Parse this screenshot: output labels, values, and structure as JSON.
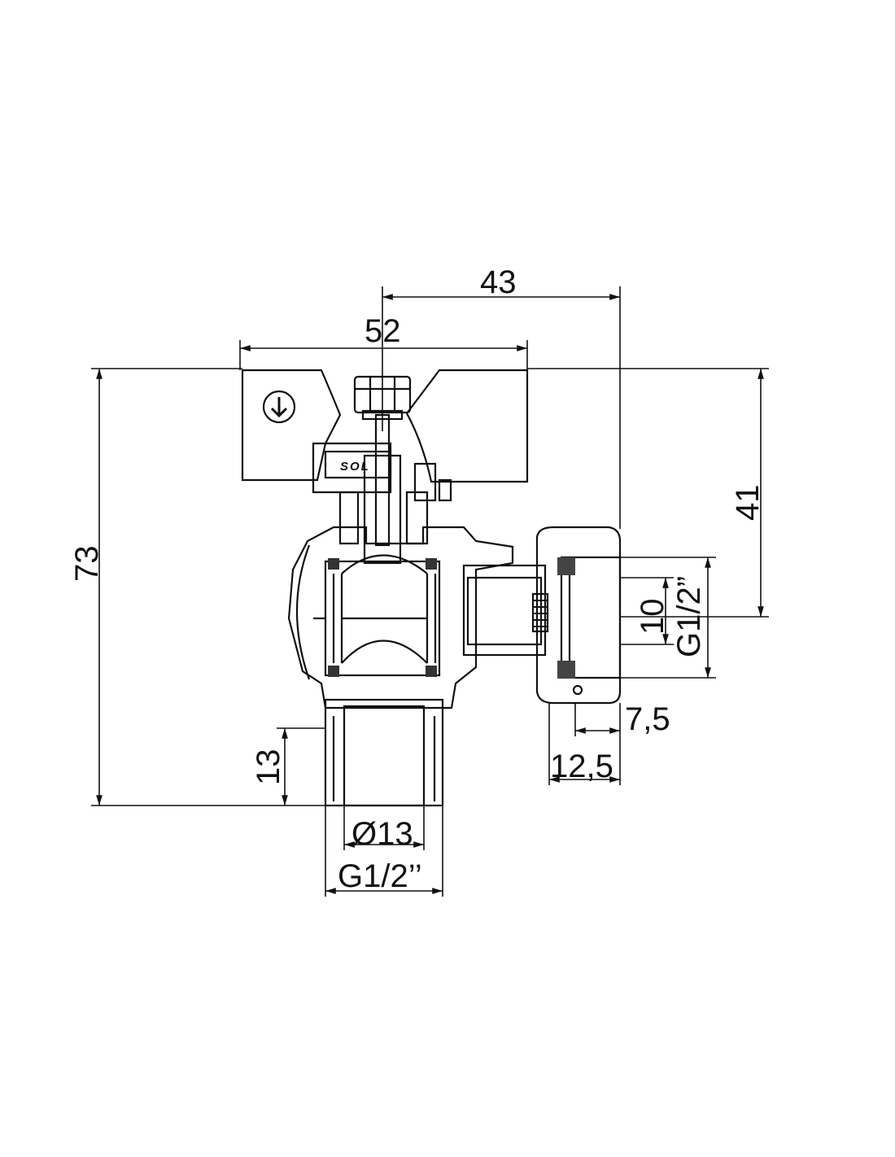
{
  "drawing": {
    "brand_logo_text": "SOL",
    "dimensions": {
      "width_outlet": "43",
      "width_handle": "52",
      "height_total": "73",
      "height_outlet": "41",
      "thread_length": "13",
      "bore_diameter": "Ø13",
      "inlet_thread": "G1/2’’",
      "outlet_bore": "10",
      "outlet_thread": "G1/2”",
      "nut_offset": "7,5",
      "nut_width": "12,5"
    }
  },
  "colors": {
    "line": "#111111",
    "handle_fill": "#9a9a9a",
    "hatch_fill": "#b0b0b0",
    "bore_fill": "#d8d8d8"
  }
}
